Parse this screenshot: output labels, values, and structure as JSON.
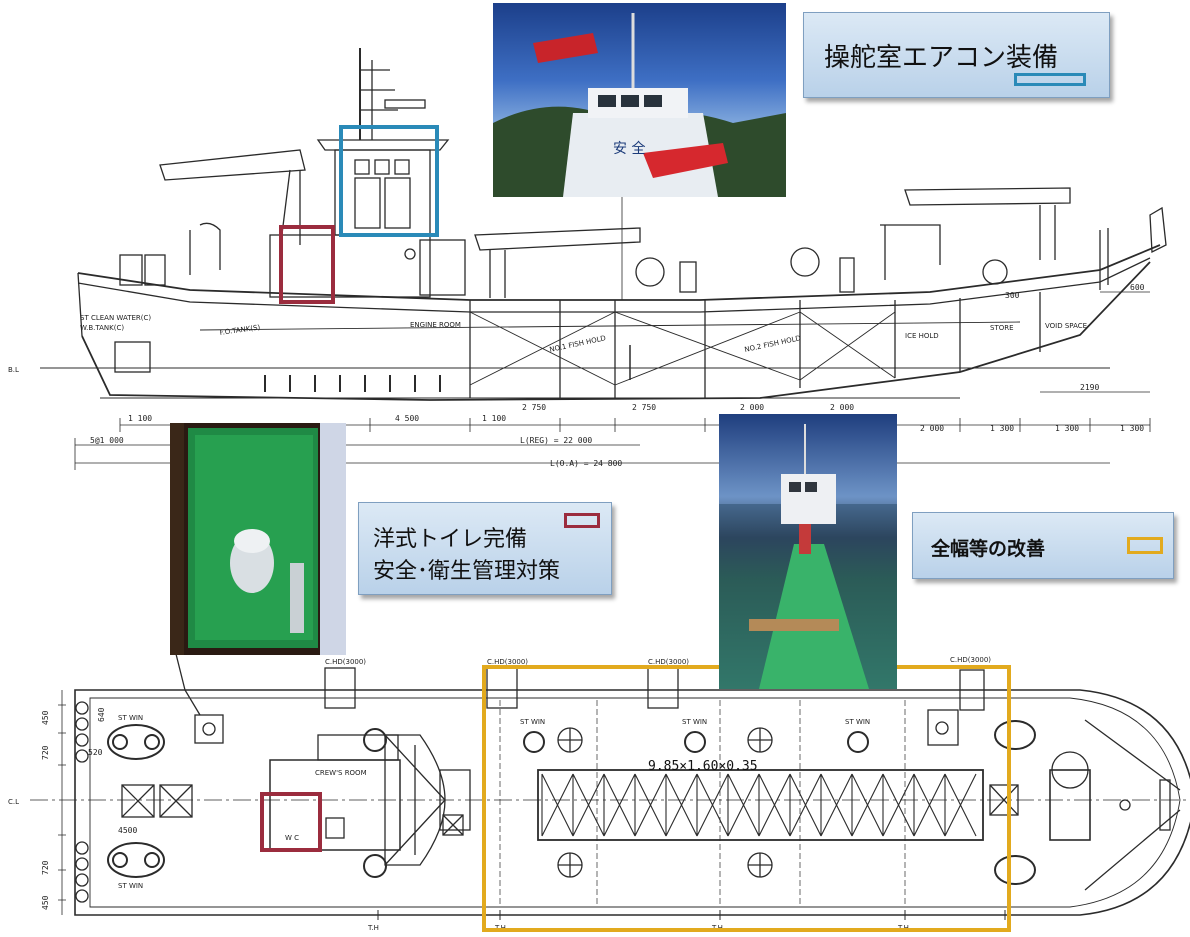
{
  "callouts": {
    "aircon": {
      "text": "操舵室エアコン装備",
      "marker_color": "#2a8ab8"
    },
    "toilet": {
      "line1": "洋式トイレ完備",
      "line2": "安全･衛生管理対策",
      "marker_color": "#9b2c3e"
    },
    "beam": {
      "text": "全幅等の改善",
      "marker_color": "#e2aa1e"
    }
  },
  "side_view": {
    "baseline_label": "B.L",
    "compartments": {
      "engine_room": "ENGINE ROOM",
      "hold_1": "NO.1 FISH HOLD",
      "hold_2": "NO.2 FISH HOLD",
      "ice_hold": "ICE HOLD",
      "store": "STORE",
      "void_space": "VOID SPACE",
      "fo_tank": "F.O.TANK(S)",
      "clean_water": "ST CLEAN WATER(C)",
      "fw_tank": "W.B.TANK(C)"
    },
    "dimensions": {
      "d1": "1 100",
      "d2": "4 500",
      "d3": "1 100",
      "d4": "2 750",
      "d5": "2 750",
      "d6": "2 000",
      "d7": "2 000",
      "d8": "2 000",
      "d9": "1 300",
      "d10": "1 300",
      "d11": "1 300",
      "d12": "2190",
      "d13": "600",
      "d14": "300",
      "overhang": "5@1 000",
      "lreg": "L(REG) = 22 000",
      "loa": "L(O.A) = 24 800"
    }
  },
  "plan_view": {
    "centerline_label": "C.L",
    "crews_room": "CREW'S ROOM",
    "wc": "W C",
    "hatch_label": "9.85×1.60×0.35",
    "width_4500": "4500",
    "dims_left": {
      "a": "450",
      "b": "720",
      "c": "640",
      "d": "520",
      "e": "720",
      "f": "450"
    },
    "winch_label": "ST WIN",
    "crane_label": "C.HD(3000)",
    "tank_label": "T.H"
  }
}
